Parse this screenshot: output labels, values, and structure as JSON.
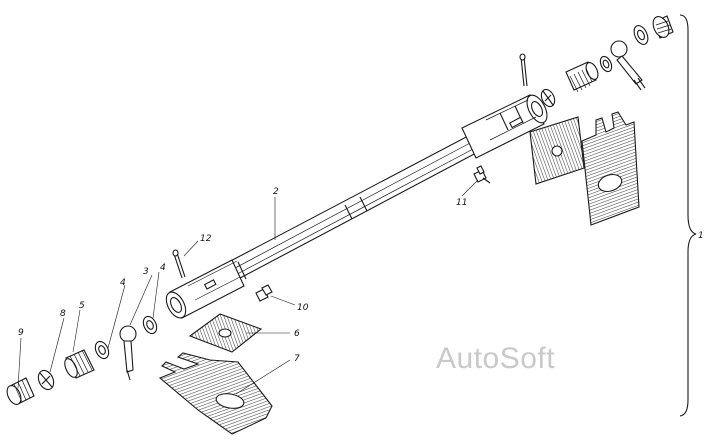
{
  "diagram": {
    "labels": {
      "p1": "1",
      "p2": "2",
      "p3": "3",
      "p4a": "4",
      "p4b": "4",
      "p5": "5",
      "p6": "6",
      "p7": "7",
      "p8": "8",
      "p9": "9",
      "p10": "10",
      "p11": "11",
      "p12": "12"
    },
    "watermark": "AutoSoft"
  }
}
